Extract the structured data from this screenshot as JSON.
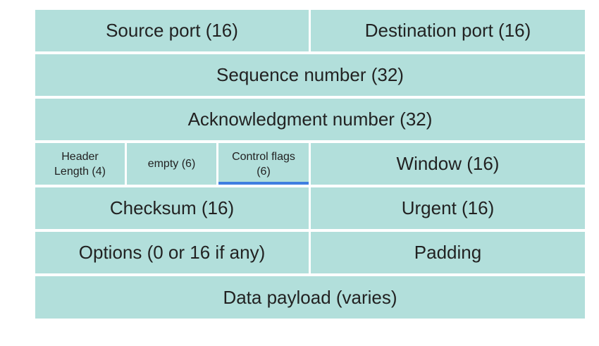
{
  "diagram": {
    "row1": {
      "left": "Source port (16)",
      "right": "Destination port (16)"
    },
    "row2": {
      "full": "Sequence number (32)"
    },
    "row3": {
      "full": "Acknowledgment number (32)"
    },
    "row4": {
      "header_length_line1": "Header",
      "header_length_line2": "Length (4)",
      "empty": "empty (6)",
      "control_flags_line1": "Control flags",
      "control_flags_line2": "(6)",
      "window": "Window (16)"
    },
    "row5": {
      "left": "Checksum (16)",
      "right": "Urgent (16)"
    },
    "row6": {
      "left": "Options (0 or 16 if any)",
      "right": "Padding"
    },
    "row7": {
      "full": "Data payload (varies)"
    }
  },
  "colors": {
    "cell_fill": "#b2dfdb",
    "highlight": "#3f7fe0"
  }
}
